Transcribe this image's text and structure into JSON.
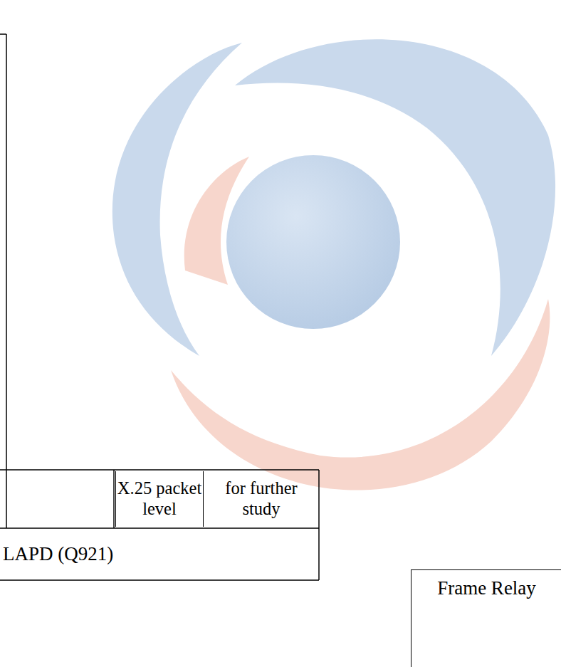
{
  "diagram": {
    "nodes": [
      {
        "text": [
          "X.25 packet level"
        ]
      },
      {
        "text": [
          "for further study"
        ]
      },
      {
        "text": [
          "LAPD (Q921)"
        ]
      },
      {
        "text": [
          "Frame Relay"
        ]
      }
    ]
  }
}
